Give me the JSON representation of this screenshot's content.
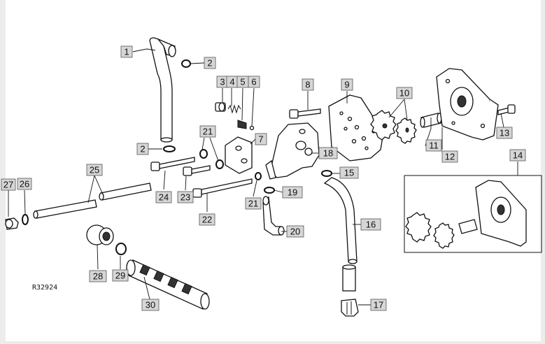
{
  "diagram": {
    "reference_code": "R32924",
    "callouts": [
      {
        "id": "c1",
        "label": "1"
      },
      {
        "id": "c2a",
        "label": "2"
      },
      {
        "id": "c2b",
        "label": "2"
      },
      {
        "id": "c3",
        "label": "3"
      },
      {
        "id": "c4",
        "label": "4"
      },
      {
        "id": "c5",
        "label": "5"
      },
      {
        "id": "c6",
        "label": "6"
      },
      {
        "id": "c7",
        "label": "7"
      },
      {
        "id": "c8",
        "label": "8"
      },
      {
        "id": "c9",
        "label": "9"
      },
      {
        "id": "c10",
        "label": "10"
      },
      {
        "id": "c11",
        "label": "11"
      },
      {
        "id": "c12",
        "label": "12"
      },
      {
        "id": "c13",
        "label": "13"
      },
      {
        "id": "c14",
        "label": "14"
      },
      {
        "id": "c15",
        "label": "15"
      },
      {
        "id": "c16",
        "label": "16"
      },
      {
        "id": "c17",
        "label": "17"
      },
      {
        "id": "c18",
        "label": "18"
      },
      {
        "id": "c19",
        "label": "19"
      },
      {
        "id": "c20",
        "label": "20"
      },
      {
        "id": "c21a",
        "label": "21"
      },
      {
        "id": "c21b",
        "label": "21"
      },
      {
        "id": "c22",
        "label": "22"
      },
      {
        "id": "c23",
        "label": "23"
      },
      {
        "id": "c24",
        "label": "24"
      },
      {
        "id": "c25",
        "label": "25"
      },
      {
        "id": "c26",
        "label": "26"
      },
      {
        "id": "c27",
        "label": "27"
      },
      {
        "id": "c28",
        "label": "28"
      },
      {
        "id": "c29",
        "label": "29"
      },
      {
        "id": "c30",
        "label": "30"
      }
    ]
  }
}
